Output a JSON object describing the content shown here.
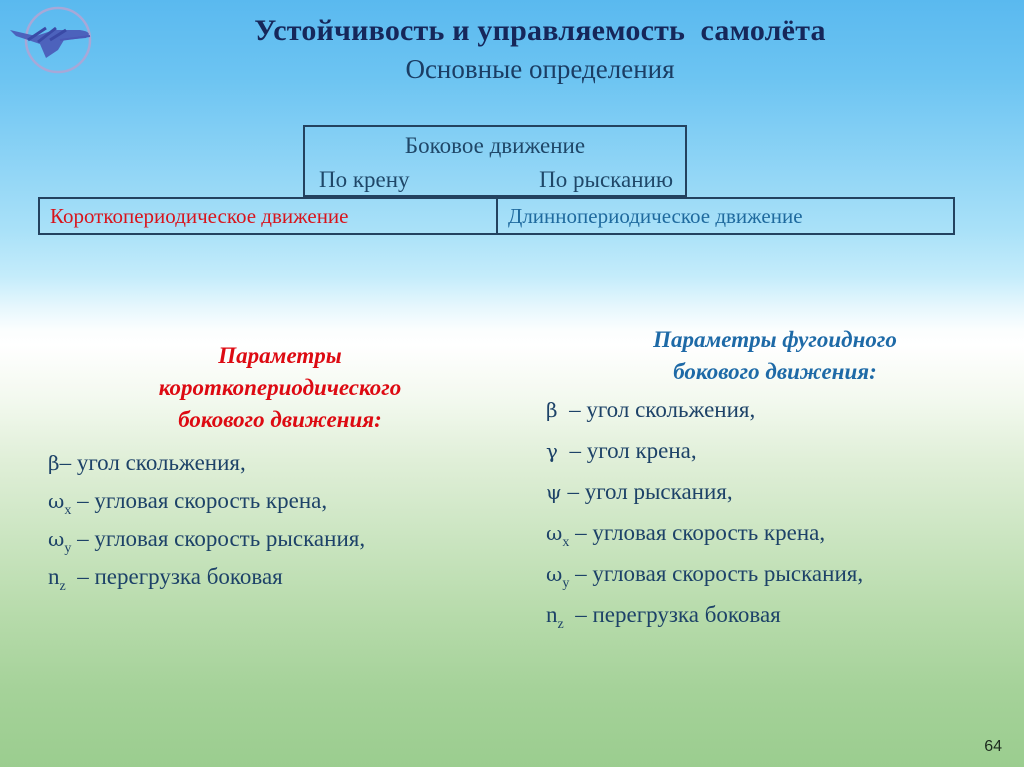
{
  "header": {
    "logo_icon": "aircraft-emblem-icon",
    "title": "Устойчивость и управляемость  самолёта",
    "subtitle": "Основные определения"
  },
  "diagram": {
    "top_box": {
      "title": "Боковое движение",
      "left_label": "По крену",
      "right_label": "По рысканию"
    },
    "bottom_left_box": {
      "label": "Короткопериодическое движение",
      "color": "#d8141c"
    },
    "bottom_right_box": {
      "label": "Длиннопериодическое движение",
      "color": "#1f6a9e"
    },
    "border_color": "#23425f"
  },
  "left_section": {
    "heading_lines": [
      "Параметры",
      "короткопериодического",
      "бокового движения:"
    ],
    "heading_color": "#dd0a12",
    "params": [
      {
        "symbol": "β",
        "subscript": "",
        "text": "– угол скольжения,"
      },
      {
        "symbol": "ω",
        "subscript": "x",
        "text": " – угловая скорость крена,"
      },
      {
        "symbol": "ω",
        "subscript": "y",
        "text": " – угловая скорость рыскания,"
      },
      {
        "symbol": "n",
        "subscript": "z",
        "text": "  – перегрузка боковая"
      }
    ]
  },
  "right_section": {
    "heading_lines": [
      "Параметры фугоидного",
      "бокового движения:"
    ],
    "heading_color": "#1e6aa7",
    "params": [
      {
        "symbol": "β",
        "subscript": "",
        "text": "  – угол скольжения,"
      },
      {
        "symbol": "γ",
        "subscript": "",
        "text": "  – угол крена,"
      },
      {
        "symbol": "ψ",
        "subscript": "",
        "text": " – угол рыскания,"
      },
      {
        "symbol": "ω",
        "subscript": "x",
        "text": " – угловая скорость крена,"
      },
      {
        "symbol": "ω",
        "subscript": "y",
        "text": " – угловая скорость рыскания,"
      },
      {
        "symbol": "n",
        "subscript": "z",
        "text": "  – перегрузка боковая"
      }
    ]
  },
  "footer": {
    "page_number": "64"
  }
}
